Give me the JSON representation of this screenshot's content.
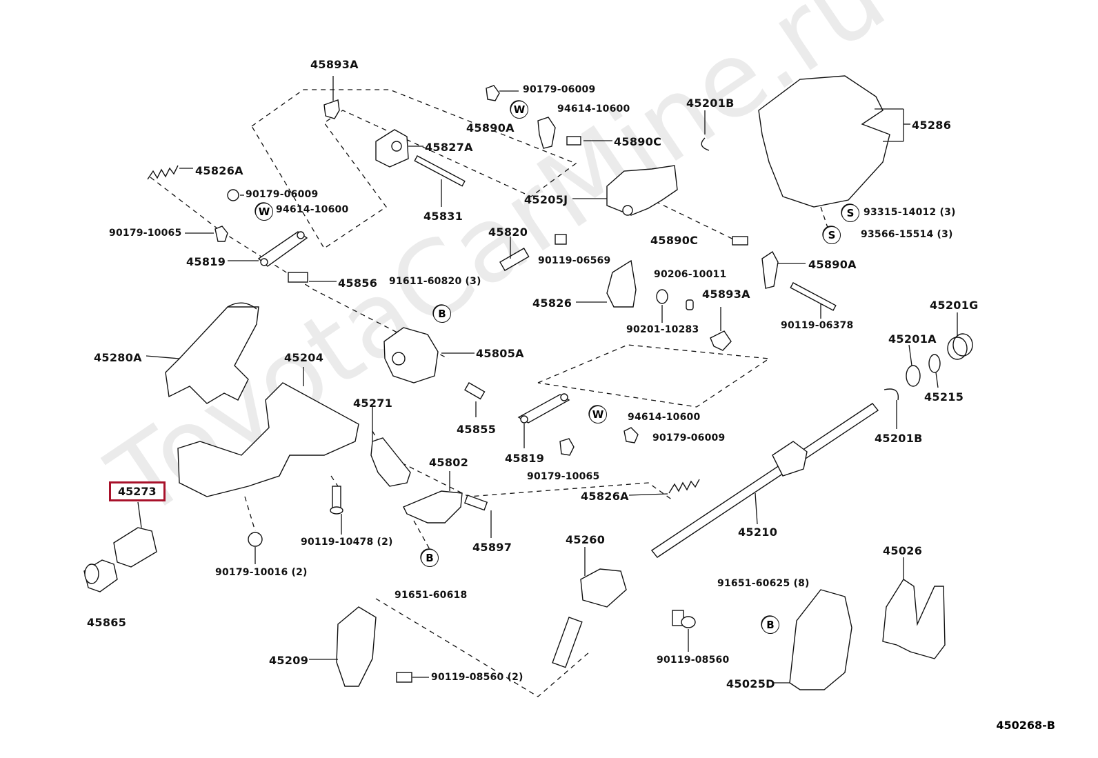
{
  "watermark": "ToyotaCarMine.ru",
  "diagram_ref": "450268-B",
  "highlighted_part": "45273",
  "parts": {
    "p45893A_top": "45893A",
    "p90179_06009_a": "90179-06009",
    "p94614_10600_a": "94614-10600",
    "p45890A_top": "45890A",
    "p45890C_top": "45890C",
    "p45201B_top": "45201B",
    "p45286": "45286",
    "p45827A": "45827A",
    "p45826A_top": "45826A",
    "p90179_06009_b": "90179-06009",
    "p94614_10600_b": "94614-10600",
    "p45831": "45831",
    "p45205J": "45205J",
    "p93315_14012": "93315-14012 (3)",
    "p93566_15514": "93566-15514 (3)",
    "p90179_10065_a": "90179-10065",
    "p45820": "45820",
    "p45890C_mid": "45890C",
    "p45819_a": "45819",
    "p90119_06569": "90119-06569",
    "p45890A_mid": "45890A",
    "p45856": "45856",
    "p91611_60820": "91611-60820 (3)",
    "p90206_10011": "90206-10011",
    "p45826": "45826",
    "p45893A_mid": "45893A",
    "p90119_06378": "90119-06378",
    "p45201G": "45201G",
    "p90201_10283": "90201-10283",
    "p45201A": "45201A",
    "p45280A": "45280A",
    "p45204": "45204",
    "p45805A": "45805A",
    "p45215": "45215",
    "p45271": "45271",
    "p45855": "45855",
    "p94614_10600_c": "94614-10600",
    "p90179_06009_c": "90179-06009",
    "p45201B_mid": "45201B",
    "p45802": "45802",
    "p45819_b": "45819",
    "p90179_10065_b": "90179-10065",
    "p45826A_mid": "45826A",
    "p90119_10478": "90119-10478 (2)",
    "p45897": "45897",
    "p45210": "45210",
    "p45260": "45260",
    "p45026": "45026",
    "p90179_10016": "90179-10016 (2)",
    "p91651_60625": "91651-60625 (8)",
    "p91651_60618": "91651-60618",
    "p45865": "45865",
    "p45209": "45209",
    "p90119_08560_a": "90119-08560",
    "p90119_08560_b": "90119-08560 (2)",
    "p45025D": "45025D"
  },
  "markers": {
    "washer": "W",
    "bolt_b": "B",
    "screw_s": "S"
  }
}
